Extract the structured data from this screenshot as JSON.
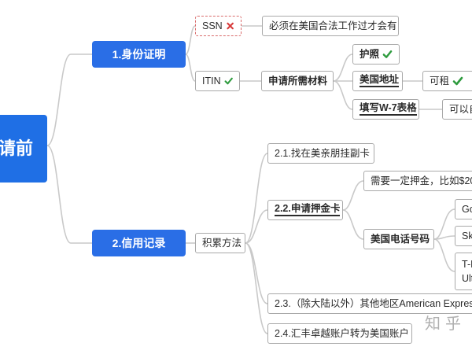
{
  "root": {
    "label": "请前"
  },
  "branch1": {
    "label": "1.身份证明",
    "ssn": {
      "label": "SSN",
      "note": "必须在美国合法工作过才会有"
    },
    "itin": {
      "label": "ITIN",
      "materials": "申请所需材料",
      "items": [
        {
          "label": "护照"
        },
        {
          "label": "美国地址",
          "note": "可租"
        },
        {
          "label": "填写W-7表格",
          "note": "可以自"
        }
      ]
    }
  },
  "branch2": {
    "label": "2.信用记录",
    "method": "积累方法",
    "items": [
      {
        "label": "2.1.找在美亲朋挂副卡"
      },
      {
        "label": "2.2.申请押金卡",
        "deposit_note": "需要一定押金，比如$20",
        "phone": {
          "label": "美国电话号码",
          "options": [
            "Go",
            "Sk",
            "T-M",
            "Ult"
          ]
        }
      },
      {
        "label": "2.3.（除大陆以外）其他地区American Express"
      },
      {
        "label": "2.4.汇丰卓越账户转为美国账户"
      }
    ]
  },
  "watermark": "知乎",
  "colors": {
    "accent": "#2a6ee6",
    "check": "#2e9b3e",
    "cross": "#d83b3b",
    "line": "#c9c9c9"
  }
}
